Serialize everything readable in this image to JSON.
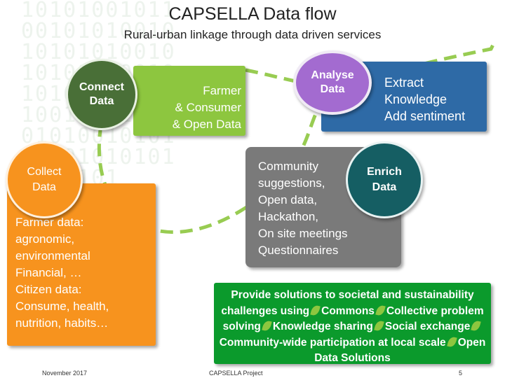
{
  "slide": {
    "title": "CAPSELLA Data flow",
    "subtitle": "Rural-urban linkage through data driven services"
  },
  "background": {
    "binary_text": "10101001011001010100101010101001010101010010101001010101001010100101010010101010010101010010101"
  },
  "circles": {
    "connect": {
      "line1": "Connect",
      "line2": "Data"
    },
    "collect": {
      "line1": "Collect",
      "line2": "Data"
    },
    "analyse": {
      "line1": "Analyse",
      "line2": "Data"
    },
    "enrich": {
      "line1": "Enrich",
      "line2": "Data"
    }
  },
  "boxes": {
    "green": {
      "lines": [
        "Farmer",
        "& Consumer",
        "& Open Data"
      ]
    },
    "blue": {
      "lines": [
        "Extract",
        "Knowledge",
        "Add sentiment"
      ]
    },
    "gray": {
      "lines": [
        "Community",
        "suggestions,",
        "Open data,",
        "Hackathon,",
        "On site meetings",
        "Questionnaires"
      ]
    },
    "orange": {
      "lines": [
        "Farmer data:",
        "agronomic,",
        "environmental",
        "Financial, …",
        "Citizen data:",
        "Consume, health,",
        "nutrition, habits…"
      ]
    },
    "bottom": {
      "part1": "Provide solutions to societal and sustainability challenges using",
      "part2": "Commons",
      "part3": "Collective problem solving",
      "part4": "Knowledge sharing",
      "part5": "Social exchange",
      "part6": "Community-wide participation at local scale",
      "part7": "Open Data Solutions"
    }
  },
  "footer": {
    "date": "November 2017",
    "project": "CAPSELLA Project",
    "page": "5"
  },
  "colors": {
    "green_box": "#8dc63f",
    "blue_box": "#2e6aa6",
    "gray_box": "#7a7a7a",
    "orange_box": "#f7931e",
    "bottom_box": "#0b9a2c",
    "connect_circle": "#496f37",
    "analyse_circle": "#a36bd0",
    "enrich_circle": "#155e63",
    "dashed_path": "#8dc63f"
  },
  "icons": {
    "bullet": "leaf-icon"
  }
}
